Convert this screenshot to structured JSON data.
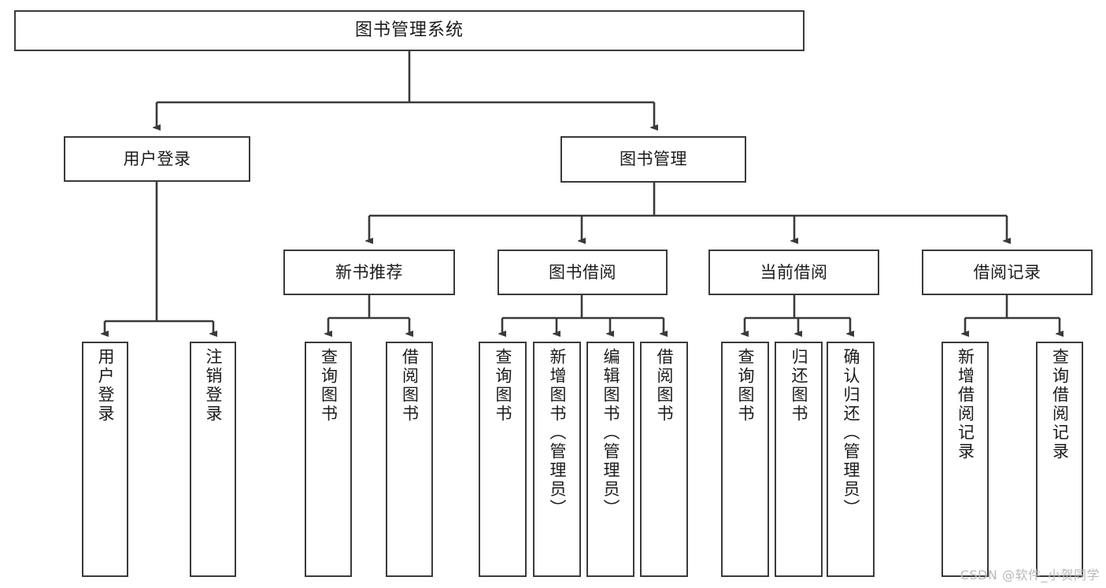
{
  "diagram": {
    "type": "tree",
    "title": "图书管理系统",
    "watermark": "CSDN @软件_小贺同学",
    "colors": {
      "stroke": "#3a3a3a",
      "fill": "#ffffff",
      "text": "#1b1b1b",
      "watermark": "#b9b9b9"
    },
    "nodes": {
      "root": {
        "label": "图书管理系统"
      },
      "level1": [
        {
          "id": "user-login",
          "label": "用户登录"
        },
        {
          "id": "book-manage",
          "label": "图书管理"
        }
      ],
      "level2": [
        {
          "id": "new-book-rec",
          "label": "新书推荐"
        },
        {
          "id": "book-borrow",
          "label": "图书借阅"
        },
        {
          "id": "current-borrow",
          "label": "当前借阅"
        },
        {
          "id": "borrow-record",
          "label": "借阅记录"
        }
      ],
      "leaves": {
        "user-login": [
          {
            "id": "leaf-user-login",
            "label": "用户登录"
          },
          {
            "id": "leaf-logout",
            "label": "注销登录"
          }
        ],
        "new-book-rec": [
          {
            "id": "leaf-query-book-1",
            "label": "查询图书"
          },
          {
            "id": "leaf-borrow-book-1",
            "label": "借阅图书"
          }
        ],
        "book-borrow": [
          {
            "id": "leaf-query-book-2",
            "label": "查询图书"
          },
          {
            "id": "leaf-add-book",
            "label": "新增图书（管理员）"
          },
          {
            "id": "leaf-edit-book",
            "label": "编辑图书（管理员）"
          },
          {
            "id": "leaf-borrow-book-2",
            "label": "借阅图书"
          }
        ],
        "current-borrow": [
          {
            "id": "leaf-query-book-3",
            "label": "查询图书"
          },
          {
            "id": "leaf-return-book",
            "label": "归还图书"
          },
          {
            "id": "leaf-confirm-return",
            "label": "确认归还（管理员）"
          }
        ],
        "borrow-record": [
          {
            "id": "leaf-add-record",
            "label": "新增借阅记录"
          },
          {
            "id": "leaf-query-record",
            "label": "查询借阅记录"
          }
        ]
      }
    }
  }
}
